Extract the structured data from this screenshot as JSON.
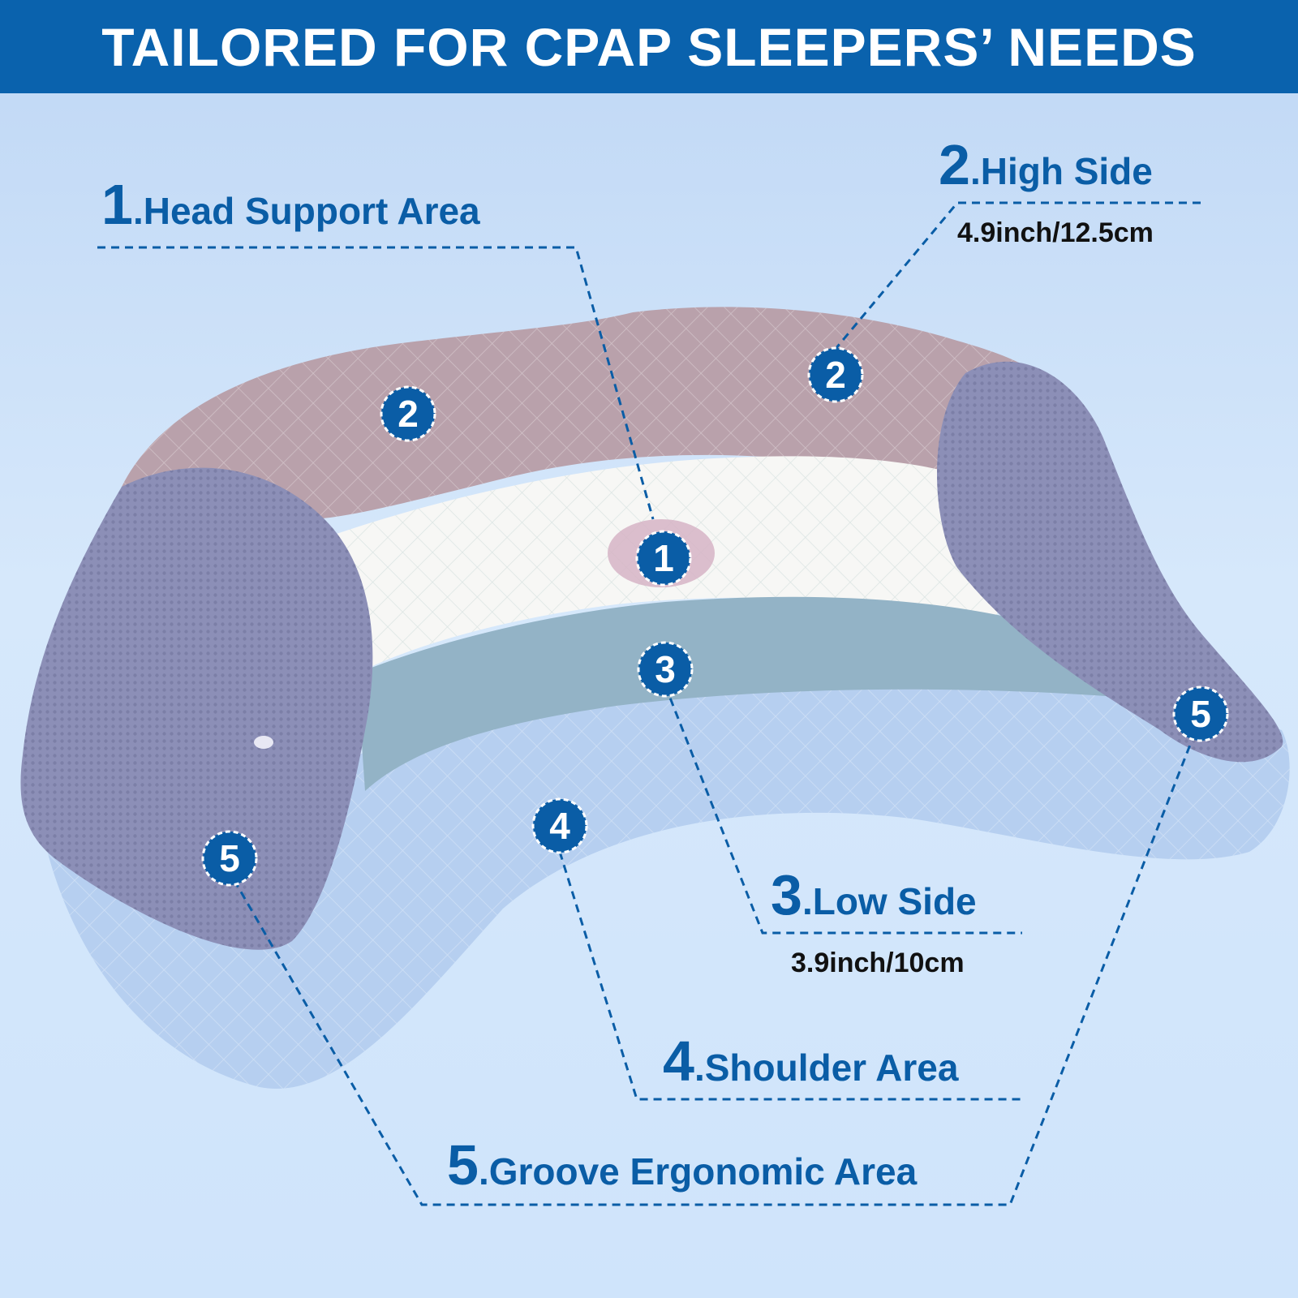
{
  "title": "TAILORED FOR CPAP SLEEPERS’ NEEDS",
  "colors": {
    "banner": "#0a62ad",
    "label_text": "#0a5da6",
    "callout_fill": "#0a5da6",
    "high_side_band": "#b9a1ab",
    "head_support_band": "#f7f7f5",
    "low_side_band": "#93b3c6",
    "shoulder_band": "#b6cff0",
    "mesh_wings": "#8c8fb7"
  },
  "callouts": [
    {
      "number": "1",
      "label": ".Head Support Area"
    },
    {
      "number": "2",
      "label": ".High Side",
      "measure": "4.9inch/12.5cm"
    },
    {
      "number": "3",
      "label": ".Low Side",
      "measure": "3.9inch/10cm"
    },
    {
      "number": "4",
      "label": ".Shoulder Area"
    },
    {
      "number": "5",
      "label": ".Groove Ergonomic Area"
    }
  ],
  "markers": {
    "m1": "1",
    "m2a": "2",
    "m2b": "2",
    "m3": "3",
    "m4": "4",
    "m5a": "5",
    "m5b": "5"
  }
}
